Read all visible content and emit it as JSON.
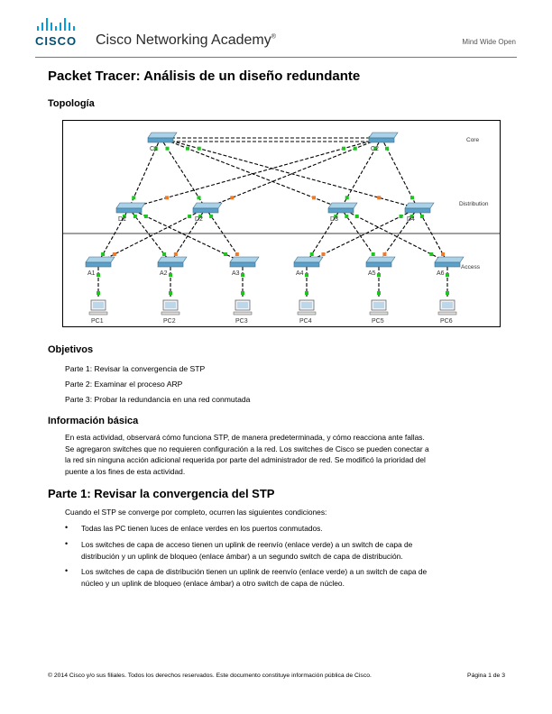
{
  "header": {
    "brand": "CISCO",
    "academy": "Cisco Networking Academy",
    "academy_mark": "®",
    "tagline": "Mind Wide Open"
  },
  "title": "Packet Tracer: Análisis de un diseño redundante",
  "sections": {
    "topologia": "Topología",
    "objetivos": "Objetivos",
    "info": "Información básica",
    "parte1": "Parte 1: Revisar la convergencia del STP"
  },
  "objectives": [
    "Parte 1: Revisar la convergencia de STP",
    "Parte 2: Examinar el proceso ARP",
    "Parte 3: Probar la redundancia en una red conmutada"
  ],
  "info_text": [
    "En esta actividad, observará cómo funciona STP, de manera predeterminada, y cómo reacciona ante fallas.",
    "Se agregaron switches que no requieren configuración a la red. Los switches de Cisco se pueden conectar a",
    "la red sin ninguna acción adicional requerida por parte del administrador de red. Se modificó la prioridad del",
    "puente a los fines de esta actividad."
  ],
  "parte1_intro": "Cuando el STP se converge por completo, ocurren las siguientes condiciones:",
  "bullets": [
    [
      "Todas las PC tienen luces de enlace verdes en los puertos conmutados."
    ],
    [
      "Los switches de capa de acceso tienen un uplink de reenvío (enlace verde) a un switch de capa de",
      "distribución y un uplink de bloqueo (enlace ámbar) a un segundo switch de capa de distribución."
    ],
    [
      "Los switches de capa de distribución tienen un uplink de reenvío (enlace verde) a un switch de capa de",
      "núcleo y un uplink de bloqueo (enlace ámbar) a otro switch de capa de núcleo."
    ]
  ],
  "topology": {
    "layers": [
      "Core",
      "Distribution",
      "Access"
    ],
    "core": [
      "C1",
      "C2"
    ],
    "distribution": [
      "D1",
      "D2",
      "D3",
      "D4"
    ],
    "access": [
      "A1",
      "A2",
      "A3",
      "A4",
      "A5",
      "A6"
    ],
    "pcs": [
      "PC1",
      "PC2",
      "PC3",
      "PC4",
      "PC5",
      "PC6"
    ],
    "colors": {
      "forwarding": "#1ec51e",
      "blocking": "#f07a2a",
      "switch": "#5aa0c8"
    }
  },
  "footer": {
    "copyright": "© 2014 Cisco y/o sus filiales. Todos los derechos reservados. Este documento constituye información pública de Cisco.",
    "page": "Página 1 de 3"
  }
}
